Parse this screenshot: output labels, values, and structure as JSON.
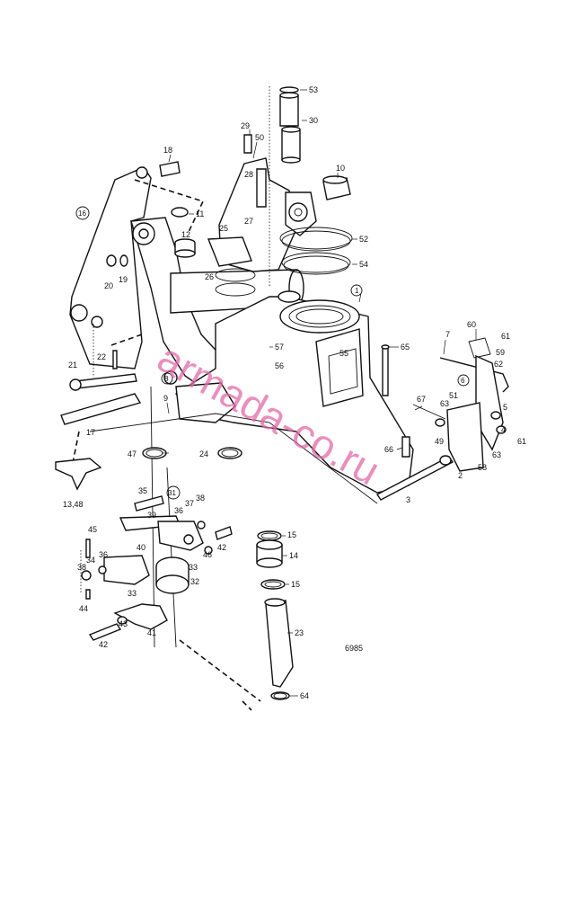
{
  "figure_number": "6985",
  "watermark": "armada-co.ru",
  "callouts": {
    "c53": "53",
    "c30": "30",
    "c29": "29",
    "c50": "50",
    "c28": "28",
    "c18": "18",
    "c10": "10",
    "c16": "16",
    "c11": "11",
    "c25": "25",
    "c27": "27",
    "c52": "52",
    "c12": "12",
    "c54": "54",
    "c20": "20",
    "c19": "19",
    "c26": "26",
    "c1": "1",
    "c60": "60",
    "c61a": "61",
    "c7": "7",
    "c59": "59",
    "c65": "65",
    "c57": "57",
    "c55": "55",
    "c62": "62",
    "c21": "21",
    "c22": "22",
    "c56": "56",
    "c8": "8",
    "c6": "6",
    "c5": "5",
    "c51": "51",
    "c63a": "63",
    "c67": "67",
    "c9": "9",
    "c17": "17",
    "c4": "4",
    "c49": "49",
    "c61b": "61",
    "c47": "47",
    "c24": "24",
    "c66": "66",
    "c63b": "63",
    "c58": "58",
    "c2": "2",
    "c13_48": "13,48",
    "c35": "35",
    "c31": "31",
    "c37": "37",
    "c38a": "38",
    "c3": "3",
    "c36a": "36",
    "c39": "39",
    "c45": "45",
    "c40": "40",
    "c42a": "42",
    "c15a": "15",
    "c46": "46",
    "c36b": "36",
    "c34": "34",
    "c33a": "33",
    "c14": "14",
    "c38b": "38",
    "c32": "32",
    "c33b": "33",
    "c15b": "15",
    "c44": "44",
    "c43": "43",
    "c23": "23",
    "c41": "41",
    "c42b": "42",
    "c64": "64"
  }
}
